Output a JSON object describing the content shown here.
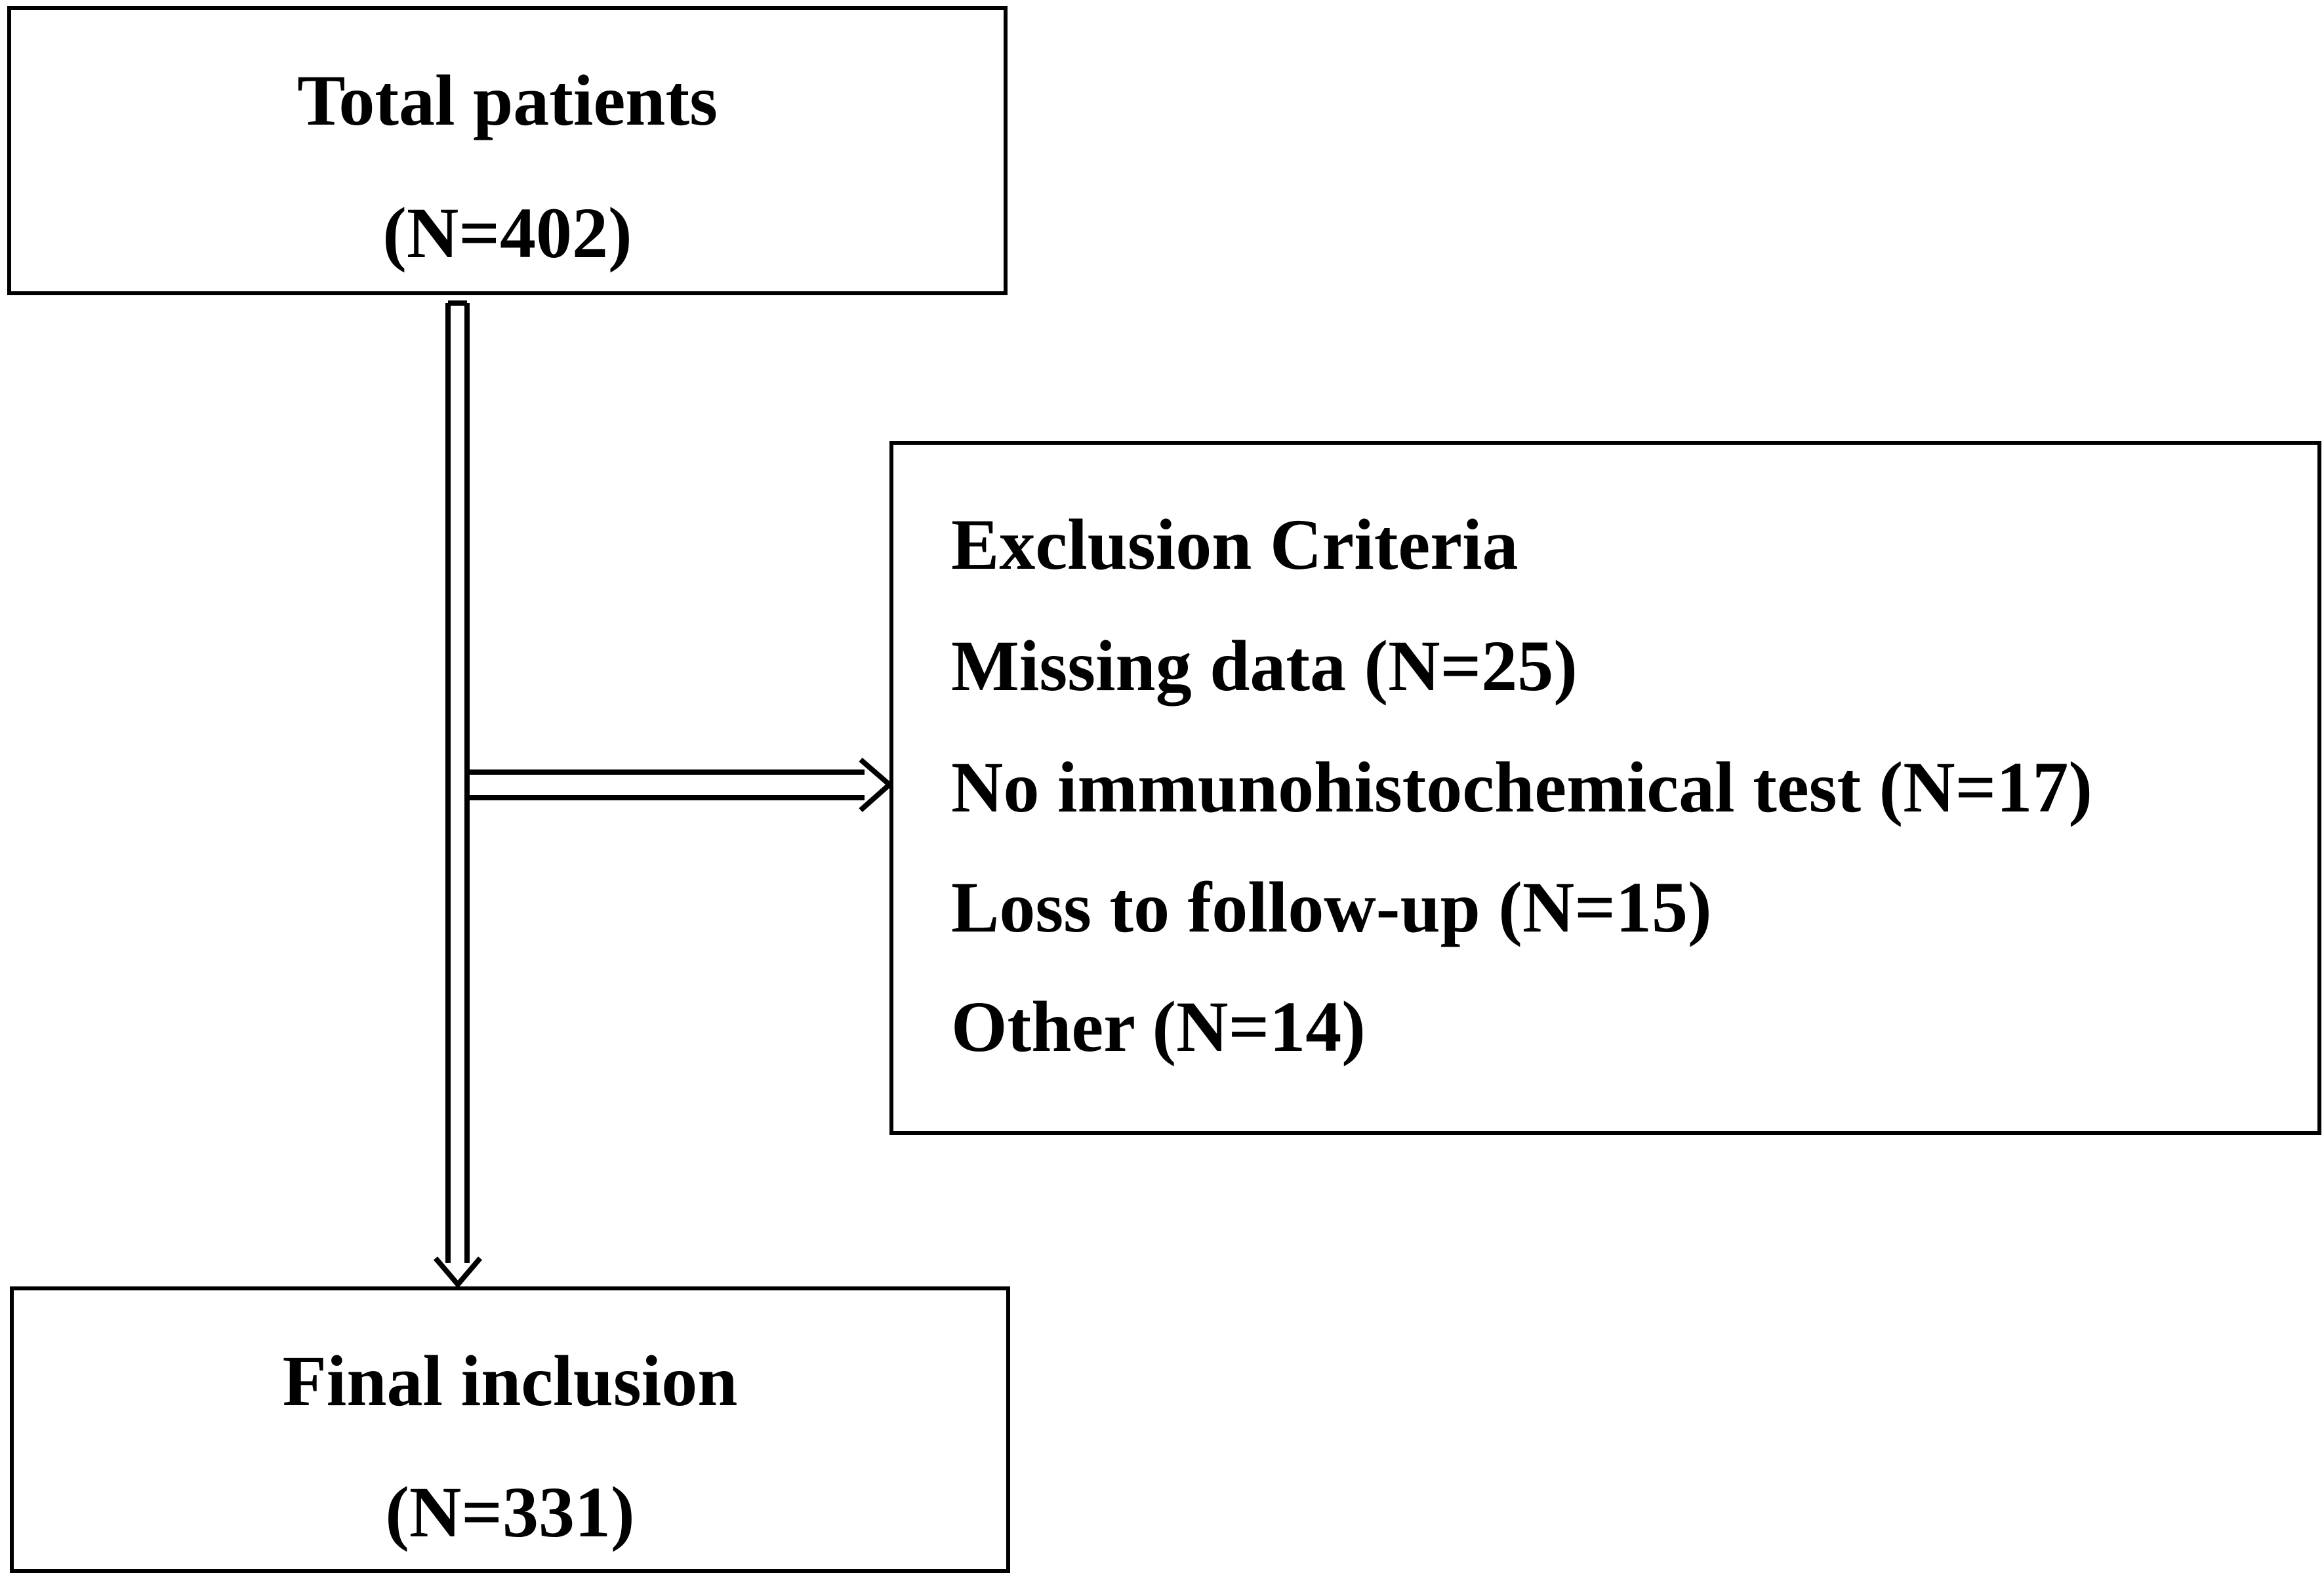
{
  "flowchart": {
    "total": {
      "title": "Total patients",
      "count": "(N=402)"
    },
    "exclusion": {
      "heading": "Exclusion Criteria",
      "items": [
        "Missing data (N=25)",
        "No immunohistochemical test (N=17)",
        "Loss to follow-up (N=15)",
        "Other (N=14)"
      ]
    },
    "final": {
      "title": "Final inclusion",
      "count": "(N=331)"
    }
  },
  "colors": {
    "stroke": "#000000",
    "background": "#ffffff"
  }
}
